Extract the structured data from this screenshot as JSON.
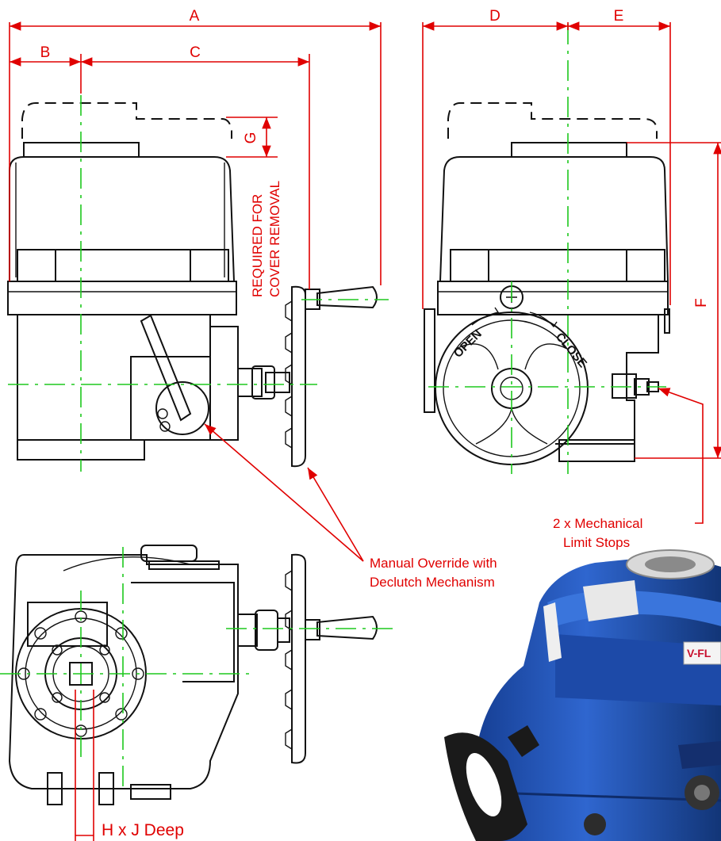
{
  "dimensions": {
    "a": "A",
    "b": "B",
    "c": "C",
    "d": "D",
    "e": "E",
    "f": "F",
    "g": "G"
  },
  "notes": {
    "cover_removal": [
      "REQUIRED FOR",
      "COVER REMOVAL"
    ],
    "manual_override": [
      "Manual Override with",
      "Declutch Mechanism"
    ],
    "limit_stops": [
      "2 x Mechanical",
      "Limit Stops"
    ],
    "hole": "H x J Deep"
  },
  "dial": {
    "open": "OPEN",
    "close": "CLOSE"
  },
  "photo": {
    "brand_partial": "V-FL"
  },
  "colors": {
    "dimension_red": "#e00000",
    "centerline_green": "#1ec81e",
    "body_blue": "#1e4fb0"
  }
}
